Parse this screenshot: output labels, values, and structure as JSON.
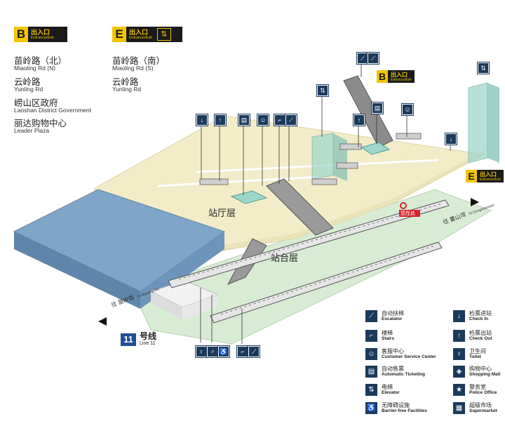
{
  "exits_top": [
    {
      "letter": "B",
      "cn": "出入口",
      "en": "Entrance/Exit"
    },
    {
      "letter": "E",
      "cn": "出入口",
      "en": "Entrance/Exit"
    }
  ],
  "exit_b_destinations": [
    {
      "cn": "苗岭路（北）",
      "en": "Miaoling Rd (N)"
    },
    {
      "cn": "云岭路",
      "en": "Yunling Rd"
    },
    {
      "cn": "崂山区政府",
      "en": "Laoshan District Government"
    },
    {
      "cn": "丽达购物中心",
      "en": "Leader Plaza"
    }
  ],
  "exit_e_destinations": [
    {
      "cn": "苗岭路（南）",
      "en": "Miaoling Rd (S)"
    },
    {
      "cn": "云岭路",
      "en": "Yunling Rd"
    }
  ],
  "map_exits": [
    {
      "letter": "B",
      "cn": "出入口",
      "en": "Entrance/Exit"
    },
    {
      "letter": "E",
      "cn": "出入口",
      "en": "Entrance/Exit"
    }
  ],
  "zones": {
    "concourse": "站厅层",
    "platform": "站台层"
  },
  "directions": {
    "left": {
      "cn": "往 苗岭路",
      "en": "To Miaoling Rd"
    },
    "right": {
      "cn": "往 董山湾",
      "en": "To Dongshanwan"
    }
  },
  "station_marker": "您在此",
  "line": {
    "number": "11",
    "cn": "号线",
    "en": "Line 11"
  },
  "legend": [
    {
      "icon": "escalator-icon",
      "cn": "自动扶梯",
      "en": "Escalator"
    },
    {
      "icon": "stairs-icon",
      "cn": "楼梯",
      "en": "Stairs"
    },
    {
      "icon": "service-center-icon",
      "cn": "客服中心",
      "en": "Customer Service Center"
    },
    {
      "icon": "ticket-machine-icon",
      "cn": "自动售票",
      "en": "Automatic Ticketing"
    },
    {
      "icon": "elevator-icon",
      "cn": "电梯",
      "en": "Elevator"
    },
    {
      "icon": "accessible-icon",
      "cn": "无障碍设施",
      "en": "Barrier-free Facilities"
    },
    {
      "icon": "check-in-icon",
      "cn": "检票进站",
      "en": "Check In"
    },
    {
      "icon": "check-out-icon",
      "cn": "检票出站",
      "en": "Check Out"
    },
    {
      "icon": "toilet-icon",
      "cn": "卫生间",
      "en": "Toilet"
    },
    {
      "icon": "shopping-mall-icon",
      "cn": "购物中心",
      "en": "Shopping Mall"
    },
    {
      "icon": "police-icon",
      "cn": "警务室",
      "en": "Police Office"
    },
    {
      "icon": "supermarket-icon",
      "cn": "超级市场",
      "en": "Supermarket"
    }
  ],
  "colors": {
    "exit_yellow": "#f2c500",
    "sign_navy": "#1a3a5c",
    "concourse_fill": "#f2ecc8",
    "platform_fill": "#d8ecd4",
    "mall_blue": "#7fa6c9",
    "glass_teal": "#9ed6cc",
    "line_blue": "#1f4f9a",
    "marker_red": "#d8262c"
  }
}
